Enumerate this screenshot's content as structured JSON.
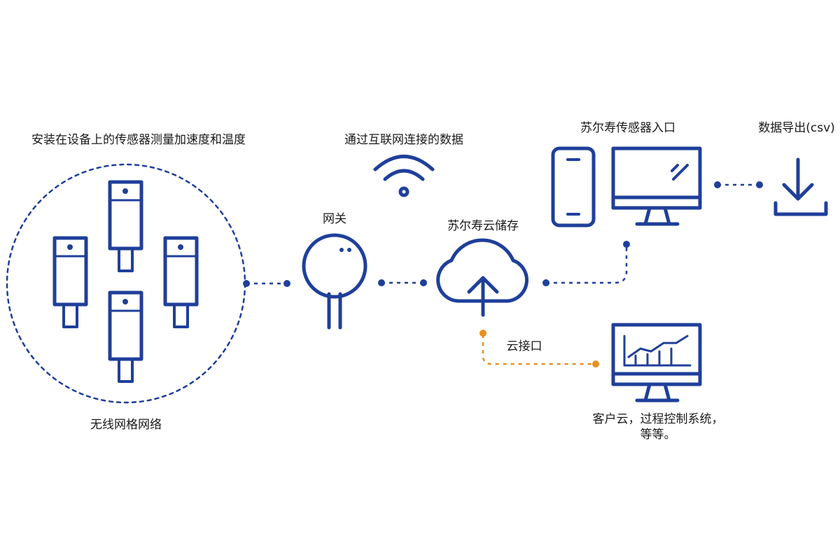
{
  "labels": {
    "sensors_caption": "安装在设备上的传感器测量加速度和温度",
    "mesh_network": "无线网格网络",
    "internet_data": "通过互联网连接的数据",
    "gateway": "网关",
    "cloud_storage": "苏尔寿云储存",
    "sensor_portal": "苏尔寿传感器入口",
    "data_export": "数据导出(csv)",
    "cloud_interface": "云接口",
    "customer_cloud_line1": "客户云，过程控制系统，",
    "customer_cloud_line2": "等等。"
  },
  "colors": {
    "primary": "#1f3f9a",
    "accent": "#e8901c",
    "text": "#1a1a1a",
    "background": "#ffffff"
  }
}
